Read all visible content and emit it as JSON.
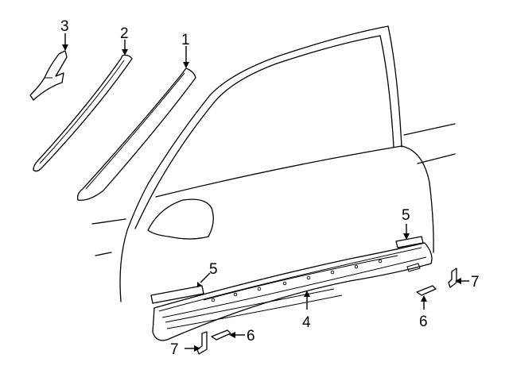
{
  "callouts": {
    "c1": "1",
    "c2": "2",
    "c3": "3",
    "c4": "4",
    "c5a": "5",
    "c5b": "5",
    "c6a": "6",
    "c6b": "6",
    "c7a": "7",
    "c7b": "7"
  }
}
